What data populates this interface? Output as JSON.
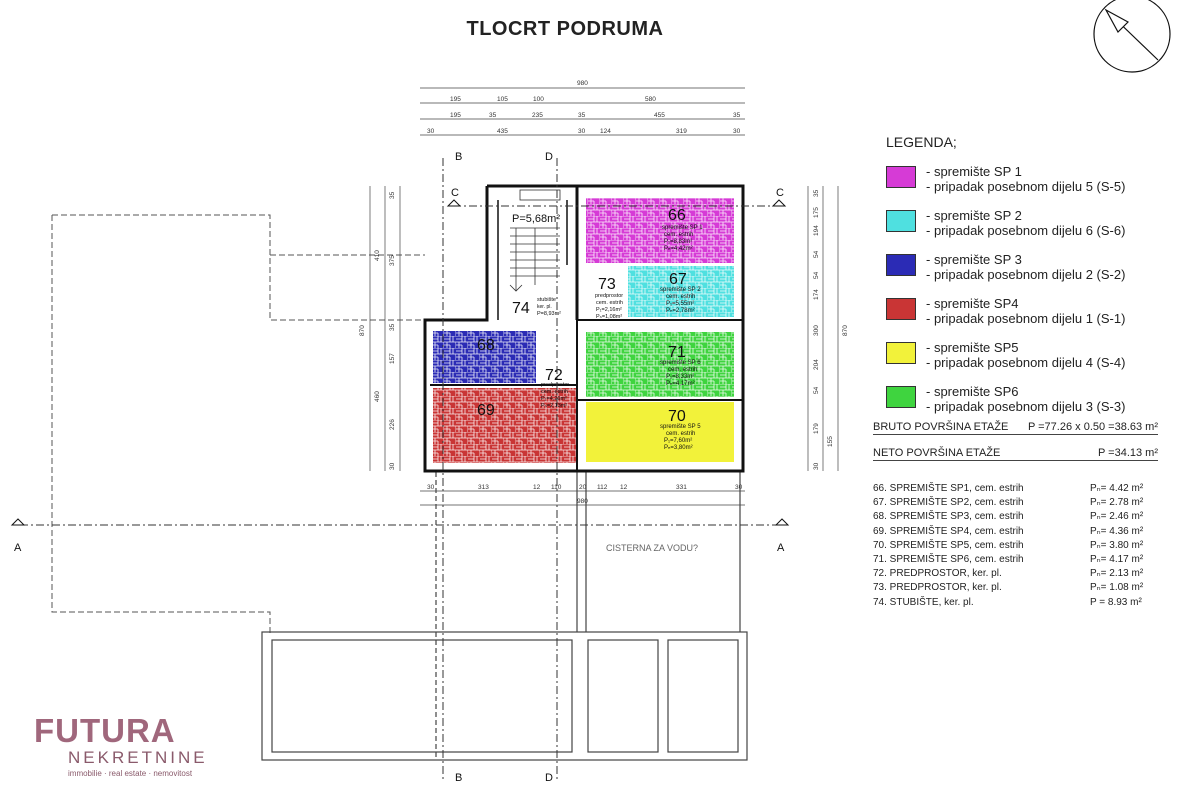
{
  "title": "TLOCRT PODRUMA",
  "legend": {
    "heading": "LEGENDA;",
    "items": [
      {
        "line1": "- spremište SP 1",
        "line2": "- pripadak posebnom dijelu 5 (S-5)",
        "color": "#d63bd6"
      },
      {
        "line1": "- spremište SP 2",
        "line2": "- pripadak posebnom dijelu 6 (S-6)",
        "color": "#4fe0e0"
      },
      {
        "line1": "- spremište SP 3",
        "line2": "- pripadak posebnom dijelu 2 (S-2)",
        "color": "#2b2bb5"
      },
      {
        "line1": "- spremište SP4",
        "line2": "- pripadak posebnom dijelu 1 (S-1)",
        "color": "#c93535"
      },
      {
        "line1": "- spremište SP5",
        "line2": "- pripadak posebnom dijelu 4 (S-4)",
        "color": "#f2f23a"
      },
      {
        "line1": "- spremište SP6",
        "line2": "- pripadak posebnom dijelu 3 (S-3)",
        "color": "#3fd43f"
      }
    ]
  },
  "summary": {
    "bruto_label": "BRUTO POVRŠINA ETAŽE",
    "bruto_value": "P =77.26 x 0.50 =38.63 m²",
    "neto_label": "NETO POVRŠINA ETAŽE",
    "neto_value": "P =34.13 m²"
  },
  "areas": [
    {
      "label": "66. SPREMIŠTE SP1, cem. estrih",
      "value": "Pₙ= 4.42  m²"
    },
    {
      "label": "67. SPREMIŠTE SP2, cem. estrih",
      "value": "Pₙ= 2.78  m²"
    },
    {
      "label": "68. SPREMIŠTE SP3, cem. estrih",
      "value": "Pₙ= 2.46  m²"
    },
    {
      "label": "69. SPREMIŠTE SP4, cem. estrih",
      "value": "Pₙ= 4.36  m²"
    },
    {
      "label": "70. SPREMIŠTE SP5, cem. estrih",
      "value": "Pₙ= 3.80  m²"
    },
    {
      "label": "71. SPREMIŠTE SP6, cem. estrih",
      "value": "Pₙ= 4.17  m²"
    },
    {
      "label": "72. PREDPROSTOR, ker. pl.",
      "value": "Pₙ= 2.13  m²"
    },
    {
      "label": "73. PREDPROSTOR, ker. pl.",
      "value": "Pₙ= 1.08  m²"
    },
    {
      "label": "74. STUBIŠTE, ker. pl.",
      "value": "P  = 8.93  m²"
    }
  ],
  "rooms": {
    "r66": {
      "num": "66",
      "sub1": "spremište SP 1",
      "sub2": "cem. estrih",
      "sub3": "P₁=8,83m²",
      "sub4": "Pₙ=4,42m²"
    },
    "r67": {
      "num": "67",
      "sub1": "spremište SP 2",
      "sub2": "cem. estrih",
      "sub3": "P₁=5,55m²",
      "sub4": "Pₙ=2,78m²"
    },
    "r68": {
      "num": "68"
    },
    "r69": {
      "num": "69"
    },
    "r70": {
      "num": "70",
      "sub1": "spremište SP 5",
      "sub2": "cem. estrih",
      "sub3": "P₁=7,60m²",
      "sub4": "Pₙ=3,80m²"
    },
    "r71": {
      "num": "71",
      "sub1": "spremište SP 6",
      "sub2": "cem. estrih",
      "sub3": "P₁=8,33m²",
      "sub4": "Pₙ=4,17m²"
    },
    "r72": {
      "num": "72",
      "sub1": "predprostor",
      "sub2": "cem. estrih",
      "sub3": "P₁=4,26m²",
      "sub4": "Pₙ=2,13m²"
    },
    "r73": {
      "num": "73",
      "sub1": "predprostor",
      "sub2": "cem. estrih",
      "sub3": "P₁=2,16m²",
      "sub4": "Pₙ=1,08m²"
    },
    "r74": {
      "num": "74",
      "sub1": "stubište",
      "sub2": "ker. pl.",
      "sub3": "P=8,93m²"
    },
    "stair_area": "P=5,68m²",
    "cistern": "CISTERNA ZA VODU?"
  },
  "section_labels": {
    "a": "A",
    "b": "B",
    "c": "C",
    "d": "D"
  },
  "dimensions": {
    "top_total": "980",
    "top_row1": [
      "195",
      "105",
      "100",
      "580"
    ],
    "top_row2": [
      "195",
      "35",
      "235",
      "35",
      "455",
      "35"
    ],
    "top_row3": [
      "30",
      "435",
      "30",
      "124",
      "319",
      "30"
    ],
    "bottom_row1": [
      "30",
      "313",
      "12",
      "110",
      "20",
      "112",
      "12",
      "331",
      "30"
    ],
    "bottom_total": "980",
    "left_row1": [
      "870"
    ],
    "left_row2": [
      "410",
      "460"
    ],
    "left_row3": [
      "35",
      "375",
      "35",
      "157",
      "226",
      "30"
    ],
    "right_row1": [
      "35",
      "175",
      "194",
      "54",
      "174",
      "54",
      "300",
      "204",
      "54",
      "179",
      "155",
      "30"
    ],
    "right_total": "870"
  },
  "logo": {
    "top": "FUTURA",
    "mid": "NEKRETNINE",
    "sub": "immobilie · real estate · nemovitost"
  }
}
